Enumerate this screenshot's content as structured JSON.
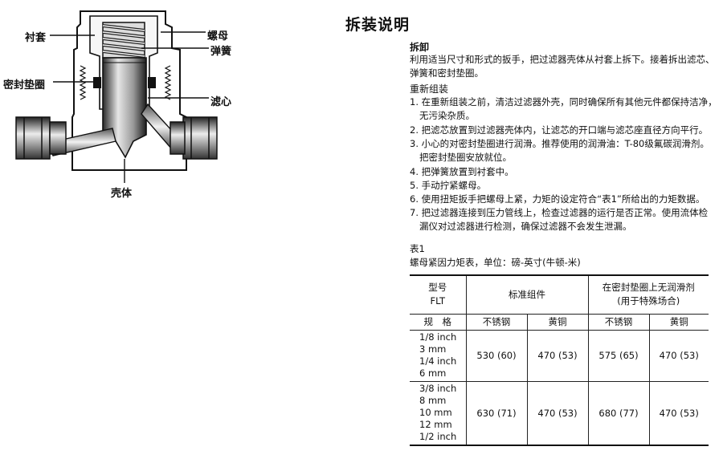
{
  "diagram": {
    "callouts": {
      "liner": "衬套",
      "nut": "螺母",
      "spring": "弹簧",
      "seal": "密封垫圈",
      "filter": "滤心",
      "body": "壳体"
    }
  },
  "doc": {
    "title": "拆装说明",
    "disassembly": {
      "heading": "拆卸",
      "lines": [
        "利用适当尺寸和形式的扳手，把过滤器壳体从衬套上拆下。接着拆出滤芯、",
        "弹簧和密封垫圈。"
      ]
    },
    "reassembly": {
      "heading": "重新组装",
      "steps": [
        {
          "line": "1. 在重新组装之前，清洁过滤器外壳，同时确保所有其他元件都保持洁净，",
          "cont": "无污染杂质。"
        },
        {
          "line": "2. 把滤芯放置到过滤器壳体内，让滤芯的开口端与滤芯座直径方向平行。",
          "cont": ""
        },
        {
          "line": "3. 小心的对密封垫圈进行润滑。推荐使用的润滑油：T-80级氟碳润滑剂。",
          "cont": "把密封垫圈安放就位。"
        },
        {
          "line": "4. 把弹簧放置到衬套中。",
          "cont": ""
        },
        {
          "line": "5. 手动拧紧螺母。",
          "cont": ""
        },
        {
          "line": "6. 使用扭矩扳手把螺母上紧，力矩的设定符合“表1”所给出的力矩数据。",
          "cont": ""
        },
        {
          "line": "7. 把过滤器连接到压力管线上，检查过滤器的运行是否正常。使用流体检",
          "cont": "漏仪对过滤器进行检测，确保过滤器不会发生泄漏。"
        }
      ]
    }
  },
  "table": {
    "label": "表1",
    "caption": "螺母紧因力矩表，单位：磅-英寸(牛顿-米)",
    "header": {
      "model_line1": "型号",
      "model_line2": "FLT",
      "standard": "标准组件",
      "unlubricated_line1": "在密封垫圈上无润滑剂",
      "unlubricated_line2": "(用于特殊场合)",
      "spec": "规　格",
      "stainless1": "不锈钢",
      "brass1": "黄铜",
      "stainless2": "不锈钢",
      "brass2": "黄铜"
    },
    "rows": [
      {
        "sizes": [
          "1/8 inch",
          "3 mm",
          "1/4 inch",
          "6 mm"
        ],
        "values": [
          "530 (60)",
          "470 (53)",
          "575 (65)",
          "470 (53)"
        ]
      },
      {
        "sizes": [
          "3/8 inch",
          "8 mm",
          "10 mm",
          "12 mm",
          "1/2 inch"
        ],
        "values": [
          "630 (71)",
          "470 (53)",
          "680 (77)",
          "470 (53)"
        ]
      }
    ]
  }
}
